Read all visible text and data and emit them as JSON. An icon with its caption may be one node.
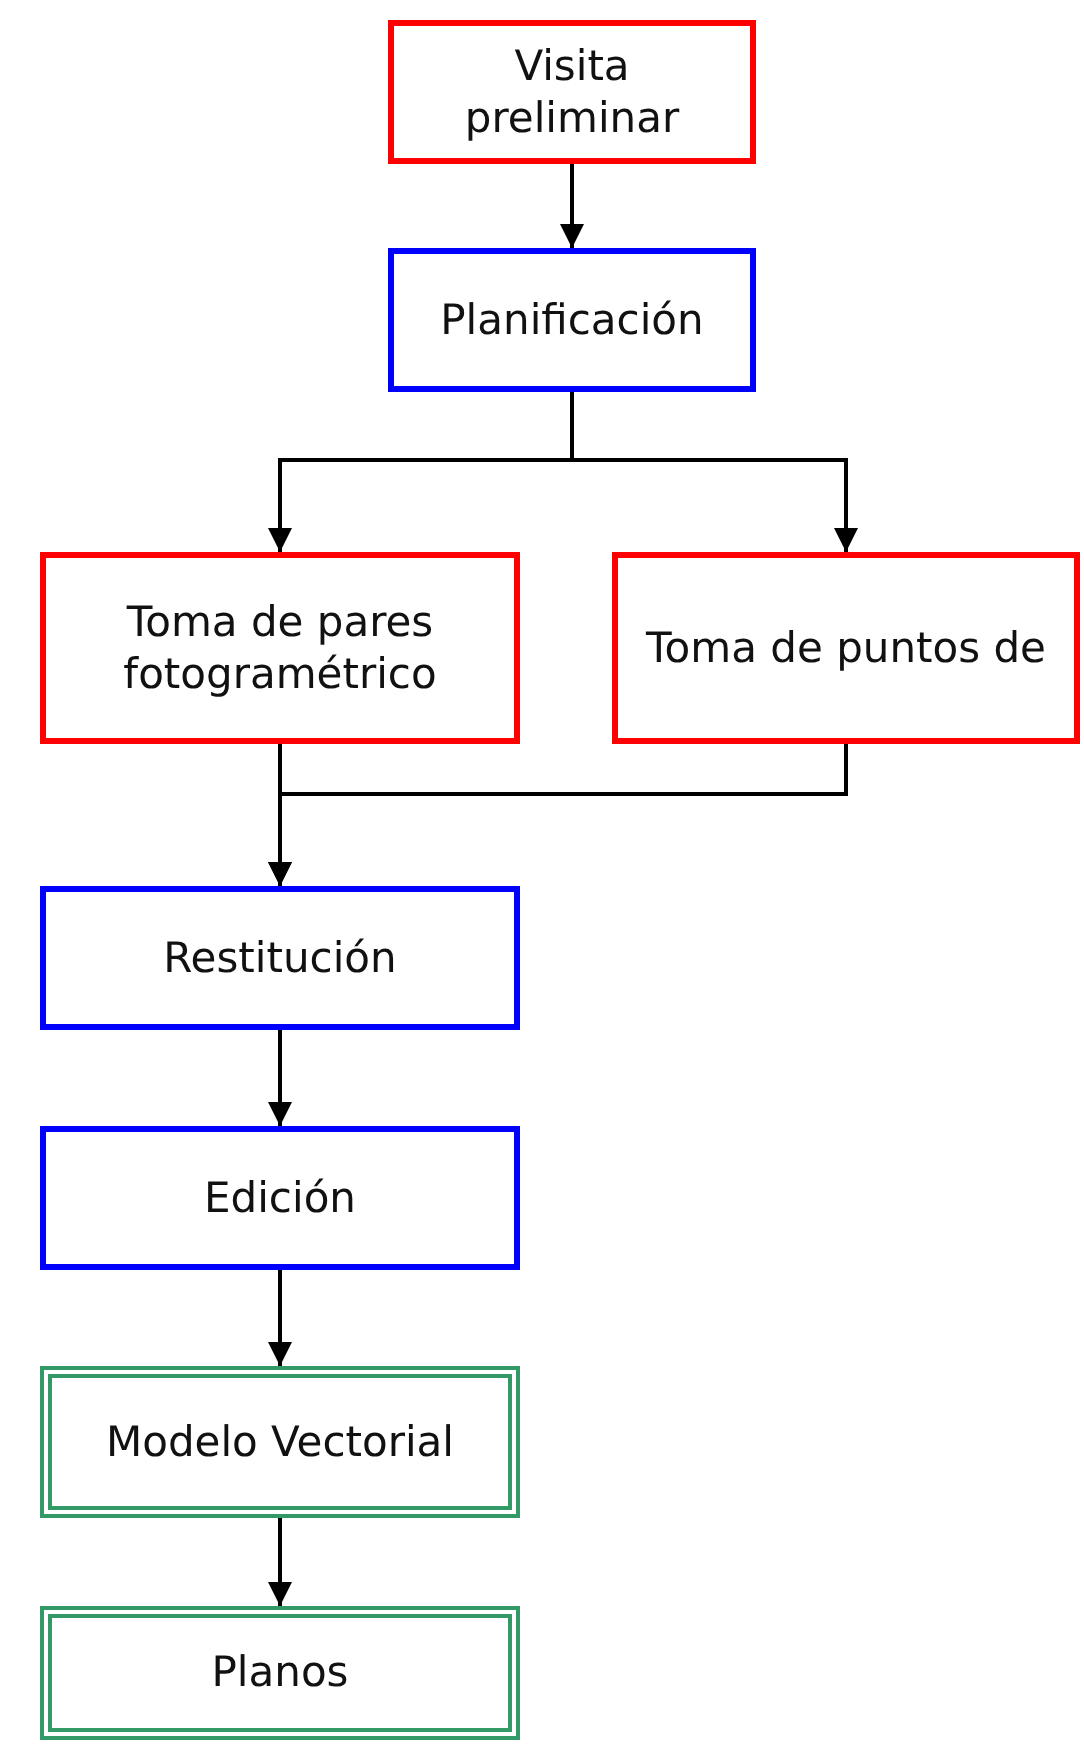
{
  "diagram": {
    "nodes": [
      {
        "text": [
          "Visita preliminar"
        ]
      },
      {
        "text": [
          "Planificación"
        ]
      },
      {
        "text": [
          "Toma de pares fotogramétrico"
        ]
      },
      {
        "text": [
          "Toma de puntos de"
        ]
      },
      {
        "text": [
          "Restitución"
        ]
      },
      {
        "text": [
          "Edición"
        ]
      },
      {
        "text": [
          "Modelo Vectorial"
        ]
      },
      {
        "text": [
          "Planos"
        ]
      }
    ],
    "edges": [
      {
        "from": 0,
        "to": 1,
        "arrow": "to"
      },
      {
        "from": 1,
        "to": 2,
        "arrow": "to"
      },
      {
        "from": 1,
        "to": 3,
        "arrow": "to"
      },
      {
        "from": 2,
        "to": 4,
        "arrow": "to"
      },
      {
        "from": 3,
        "to": 4,
        "arrow": "to"
      },
      {
        "from": 4,
        "to": 5,
        "arrow": "to"
      },
      {
        "from": 5,
        "to": 6,
        "arrow": "to"
      },
      {
        "from": 6,
        "to": 7,
        "arrow": "to"
      }
    ]
  }
}
